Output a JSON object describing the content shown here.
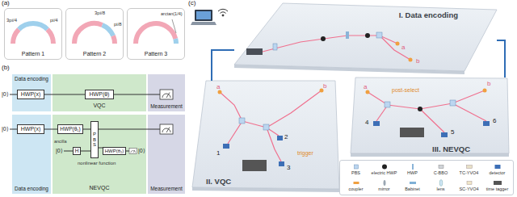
{
  "diagram": {
    "nodes": [
      {
        "text": [
          "Pattern 1"
        ]
      },
      {
        "text": [
          "Pattern 2"
        ]
      },
      {
        "text": [
          "Pattern 3"
        ]
      },
      {
        "text": [
          "Data encoding"
        ]
      },
      {
        "text": [
          "HWP(x)"
        ],
        "in": 3
      },
      {
        "text": [
          "VQC"
        ]
      },
      {
        "text": [
          "HWP(θ)"
        ],
        "in": 5
      },
      {
        "text": [
          "Measurement"
        ]
      },
      {
        "text": [
          "Data encoding"
        ]
      },
      {
        "text": [
          "HWP(x)"
        ],
        "in": 8
      },
      {
        "text": [
          "NEVQC"
        ]
      },
      {
        "text": [
          "HWP(θ₁)"
        ],
        "in": 10
      },
      {
        "text": [
          "H"
        ],
        "in": 10
      },
      {
        "text": [
          "PBS"
        ],
        "in": 10
      },
      {
        "text": [
          "HWP(θ₂)"
        ],
        "in": 10
      },
      {
        "text": [
          "Measurement"
        ]
      },
      {
        "text": [
          "I. Data encoding"
        ]
      },
      {
        "text": [
          "II. VQC"
        ]
      },
      {
        "text": [
          "III. NEVQC"
        ]
      }
    ],
    "edges": [
      {
        "from": 4,
        "to": 6,
        "arrow": "none"
      },
      {
        "from": 9,
        "to": 11,
        "arrow": "none"
      },
      {
        "from": 11,
        "to": 13,
        "arrow": "none"
      },
      {
        "from": 12,
        "to": 13,
        "arrow": "none"
      },
      {
        "from": 13,
        "to": 14,
        "arrow": "none"
      },
      {
        "from": 16,
        "to": 17,
        "arrow": "none"
      },
      {
        "from": 16,
        "to": 18,
        "arrow": "none"
      }
    ],
    "labels": [
      "(a)",
      "3pi/4",
      "pi/4",
      "3pi/8",
      "pi/8",
      "arctan(1/4)",
      "(b)",
      "|0⟩",
      "|0⟩",
      "|0⟩",
      "ancilla",
      "nonlinear function",
      "|0⟩",
      "(c)",
      "a",
      "b",
      "a",
      "b",
      "1",
      "2",
      "3",
      "trigger",
      "a",
      "b",
      "post-select",
      "4",
      "5",
      "6"
    ],
    "legend": [
      {
        "text": "PBS"
      },
      {
        "text": "electric HWP"
      },
      {
        "text": "HWP"
      },
      {
        "text": "C-BBO"
      },
      {
        "text": "TC-YVO4"
      },
      {
        "text": "detector"
      },
      {
        "text": "coupler"
      },
      {
        "text": "mirror"
      },
      {
        "text": "Babinet"
      },
      {
        "text": "lens"
      },
      {
        "text": "SC-YVO4"
      },
      {
        "text": "time tagger"
      }
    ]
  }
}
